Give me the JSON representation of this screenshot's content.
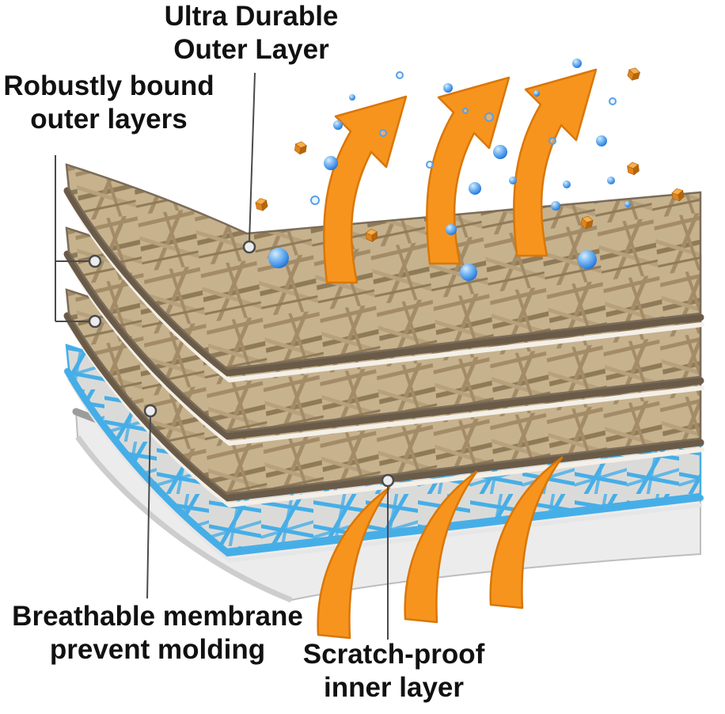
{
  "labels": {
    "outer_layer": {
      "lines": [
        "Ultra Durable",
        "Outer Layer"
      ]
    },
    "bound_layers": {
      "lines": [
        "Robustly bound",
        "outer layers"
      ]
    },
    "membrane": {
      "lines": [
        "Breathable membrane",
        "prevent molding"
      ]
    },
    "inner_layer": {
      "lines": [
        "Scratch-proof",
        "inner layer"
      ]
    }
  },
  "colors": {
    "orange": "#f7941e",
    "orange_dark": "#d97708",
    "tan_base": "#c7b28e",
    "tan_strand": "#a28b66",
    "edge_brown": "#6a5b49",
    "outline_brown": "#7b6c58",
    "membrane_base": "#dadbd9",
    "membrane_strand": "#46aee7",
    "inner_gray": "#ececec",
    "inner_edge": "#9c9c9c",
    "droplet_blue": "#2f7fe0",
    "cube_orange": "#e0851c",
    "label_text": "#111111",
    "leader_line": "#4a4a4a"
  }
}
